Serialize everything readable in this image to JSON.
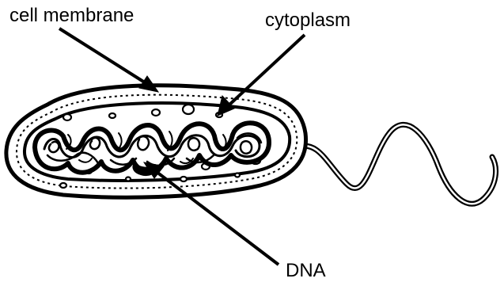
{
  "labels": {
    "cell_membrane": "cell membrane",
    "cytoplasm": "cytoplasm",
    "dna": "DNA"
  },
  "colors": {
    "ink": "#000000",
    "background": "#ffffff"
  }
}
